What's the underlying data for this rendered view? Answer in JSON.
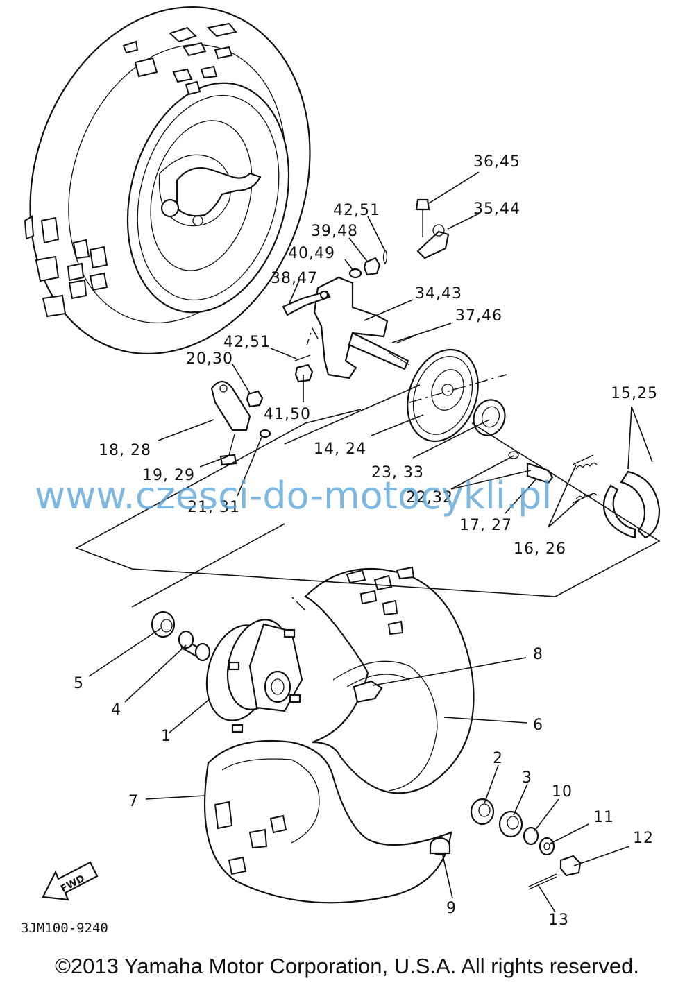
{
  "labels": {
    "p36_45": "36,45",
    "p35_44": "35,44",
    "p42_51_top": "42,51",
    "p39_48": "39,48",
    "p40_49": "40,49",
    "p38_47": "38,47",
    "p34_43": "34,43",
    "p37_46": "37,46",
    "p42_51_mid": "42,51",
    "p20_30": "20,30",
    "p41_50": "41,50",
    "p18_28": "18, 28",
    "p19_29": "19, 29",
    "p21_31": "21, 31",
    "p14_24": "14, 24",
    "p23_33": "23, 33",
    "p22_32": "22,32",
    "p17_27": "17, 27",
    "p16_26": "16, 26",
    "p15_25": "15,25",
    "p8": "8",
    "p6": "6",
    "p5": "5",
    "p4": "4",
    "p1": "1",
    "p7": "7",
    "p2": "2",
    "p3": "3",
    "p10": "10",
    "p11": "11",
    "p12": "12",
    "p9": "9",
    "p13": "13"
  },
  "fwd_label": "FWD",
  "diagram_code": "3JM100-9240",
  "watermark": "www.czesci-do-motocykli.pl",
  "copyright": "©2013 Yamaha Motor Corporation, U.S.A. All rights reserved."
}
